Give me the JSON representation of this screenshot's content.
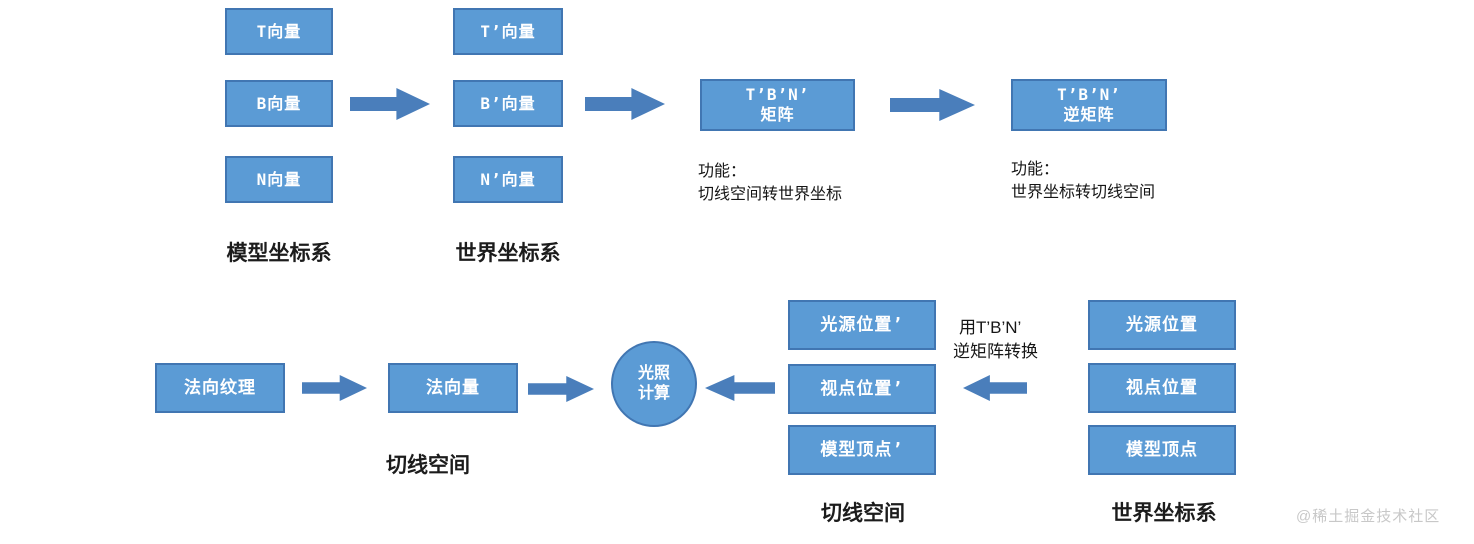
{
  "colors": {
    "box_fill": "#5B9BD5",
    "box_border": "#4176B2",
    "arrow": "#4A7EBB",
    "label_text": "#1c1c1c",
    "watermark_text": "#c8c8c8"
  },
  "top": {
    "model_boxes": [
      "T向量",
      "B向量",
      "N向量"
    ],
    "model_label": "模型坐标系",
    "world_boxes": [
      "T’向量",
      "B’向量",
      "N’向量"
    ],
    "world_label": "世界坐标系",
    "tbn_box": {
      "line1": "T’B’N’",
      "line2": "矩阵"
    },
    "tbn_note": {
      "line1": "功能：",
      "line2": "切线空间转世界坐标"
    },
    "tbn_inv_box": {
      "line1": "T’B’N’",
      "line2": "逆矩阵"
    },
    "tbn_inv_note": {
      "line1": "功能：",
      "line2": "世界坐标转切线空间"
    }
  },
  "bottom": {
    "normal_texture_box": "法向纹理",
    "normal_vector_box": "法向量",
    "tangent_label_left": "切线空间",
    "lighting_circle": {
      "line1": "光照",
      "line2": "计算"
    },
    "transform_note": {
      "line1": "用T’B’N’",
      "line2": "逆矩阵转换"
    },
    "tangent_boxes": [
      "光源位置’",
      "视点位置’",
      "模型顶点’"
    ],
    "tangent_label": "切线空间",
    "world_boxes": [
      "光源位置",
      "视点位置",
      "模型顶点"
    ],
    "world_label": "世界坐标系"
  },
  "watermark": "@稀土掘金技术社区"
}
